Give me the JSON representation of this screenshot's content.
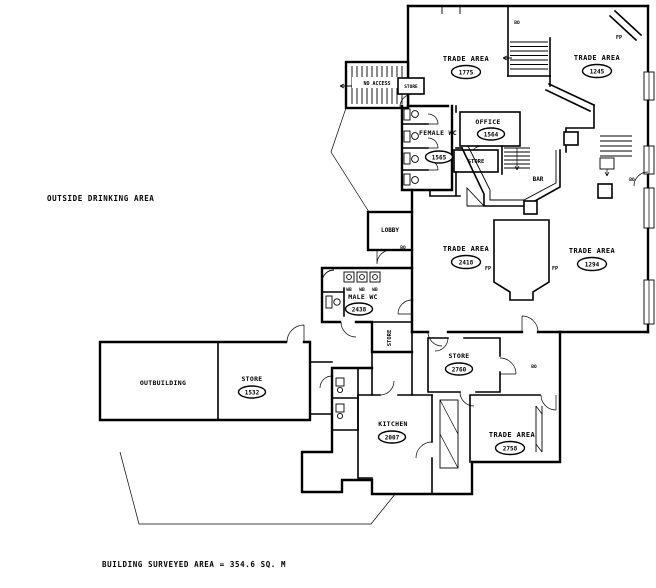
{
  "page": {
    "background": "#ffffff",
    "ink": "#000000"
  },
  "annotations": {
    "outside_drinking_area": "OUTSIDE DRINKING AREA",
    "no_access": "NO ACCESS",
    "building_surveyed_area": "BUILDING SURVEYED AREA = 354.6 SQ. M"
  },
  "rooms": {
    "trade_area_1": {
      "label": "TRADE AREA",
      "ref": "1775"
    },
    "trade_area_2": {
      "label": "TRADE AREA",
      "ref": "1245"
    },
    "trade_area_3": {
      "label": "TRADE AREA",
      "ref": "2418"
    },
    "trade_area_4": {
      "label": "TRADE AREA",
      "ref": "1294"
    },
    "trade_area_5": {
      "label": "TRADE AREA",
      "ref": "2758"
    },
    "female_wc": {
      "label": "FEMALE WC",
      "ref": "1565"
    },
    "male_wc": {
      "label": "MALE WC",
      "ref": "2438"
    },
    "office": {
      "label": "OFFICE",
      "ref": "1564"
    },
    "kitchen": {
      "label": "KITCHEN",
      "ref": "2007"
    },
    "store_mid": {
      "label": "STORE",
      "ref": "2760"
    },
    "store_outbuilding": {
      "label": "STORE",
      "ref": "1532"
    },
    "outbuilding": {
      "label": "OUTBUILDING"
    },
    "lobby": {
      "label": "LOBBY"
    },
    "bar": {
      "label": "BAR"
    },
    "store_top": {
      "label": "STORE"
    },
    "store_office": {
      "label": "STORE"
    },
    "store_side": {
      "label": "STORE"
    }
  },
  "markers": {
    "fireplace": "FP",
    "blocked_opening": "BO",
    "wash_basin": "WB"
  }
}
